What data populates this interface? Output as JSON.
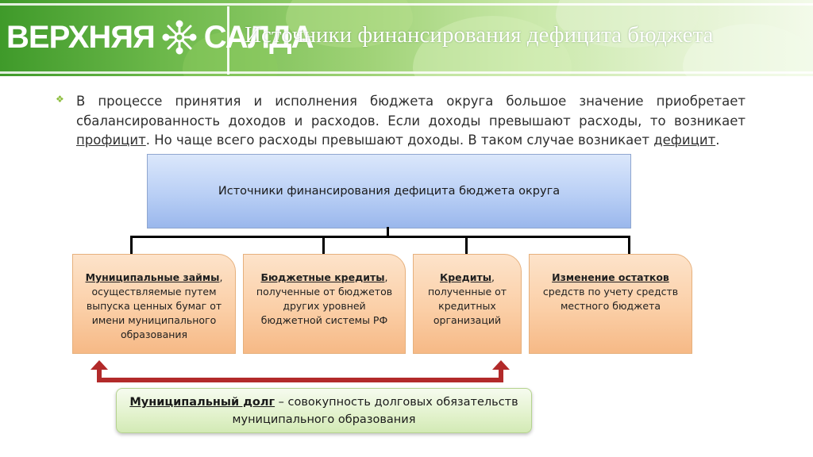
{
  "header": {
    "logo_text_left": "ВЕРХНЯЯ",
    "logo_text_right": "САЛДА",
    "title": "Источники финансирования дефицита бюджета"
  },
  "intro": {
    "part1": "В процессе принятия и исполнения бюджета округа большое значение приобретает сбалансированность доходов и расходов. Если доходы превышают расходы, то возникает ",
    "term1": "профицит",
    "part2": ". Но чаще всего расходы превышают доходы. В таком случае возникает ",
    "term2": "дефицит",
    "part3": "."
  },
  "diagram": {
    "root": "Источники финансирования дефицита бюджета округа",
    "items": [
      {
        "title": "Муниципальные займы",
        "suffix": ",",
        "desc": "осуществляемые путем выпуска ценных бумаг от имени муниципального образования"
      },
      {
        "title": "Бюджетные кредиты",
        "suffix": ",",
        "desc": "полученные от бюджетов других уровней бюджетной системы РФ"
      },
      {
        "title": "Кредиты",
        "suffix": ",",
        "desc": "полученные от кредитных организаций"
      },
      {
        "title": "Изменение остатков",
        "suffix": "",
        "desc": "средств по учету средств местного бюджета"
      }
    ],
    "debt": {
      "title": "Муниципальный долг",
      "text": " – совокупность долговых обязательств муниципального образования"
    }
  },
  "colors": {
    "banner_green": "#6cb84a",
    "bullet": "#8bbd3a",
    "root_box": "#b9cff5",
    "cards": "#fbcfa7",
    "debt_box": "#e2f2cc",
    "arrow": "#b22a2a"
  },
  "icons": {
    "logo": "snowflake-flower-icon",
    "bullet": "diamond-bullet-icon",
    "arrow": "up-arrow-icon"
  }
}
